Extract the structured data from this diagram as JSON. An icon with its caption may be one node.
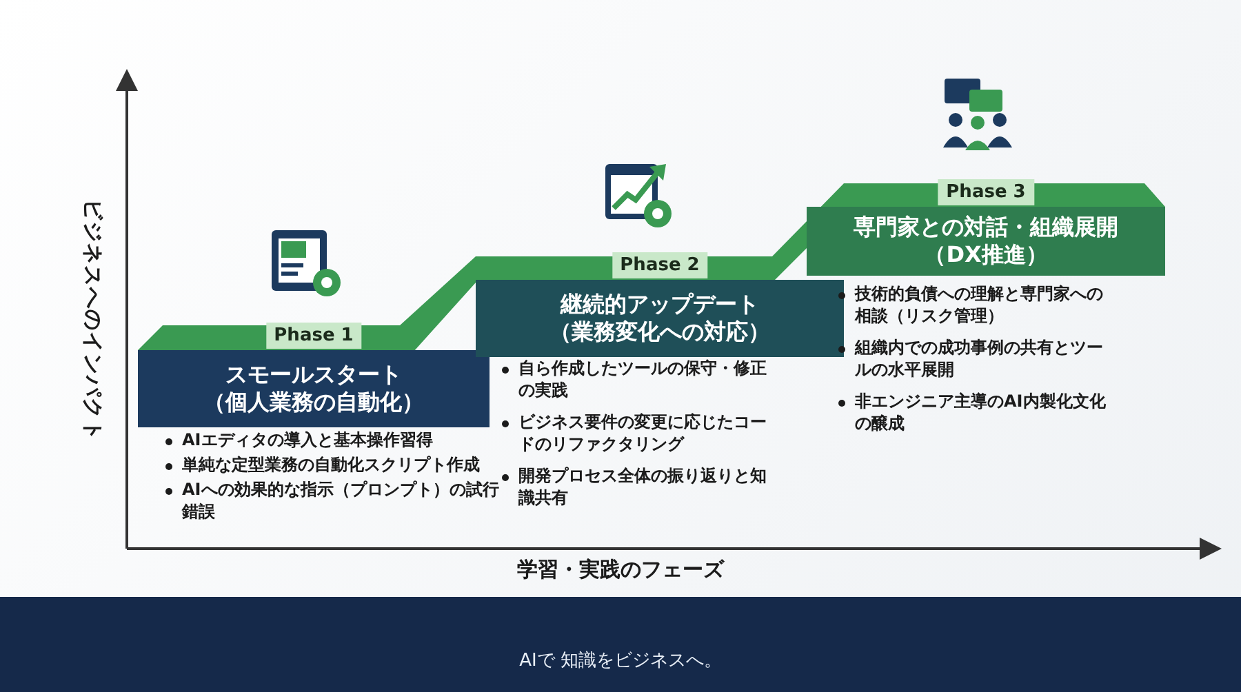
{
  "diagram": {
    "nodes": [
      {
        "text": [
          "Phase 1",
          "スモールスタート（個人業務の自動化）"
        ],
        "beside": [
          "AIエディタの導入と基本操作習得",
          "単純な定型業務の自動化スクリプト作成",
          "AIへの効果的な指示（プロンプト）の試行錯誤"
        ]
      },
      {
        "text": [
          "Phase 2",
          "継続的アップデート（業務変化への対応）"
        ],
        "beside": [
          "自ら作成したツールの保守・修正の実践",
          "ビジネス要件の変更に応じたコードのリファクタリング",
          "開発プロセス全体の振り返りと知識共有"
        ]
      },
      {
        "text": [
          "Phase 3",
          "専門家との対話・組織展開（DX推進）"
        ],
        "beside": [
          "技術的負債への理解と専門家への相談（リスク管理）",
          "組織内での成功事例の共有とツールの水平展開",
          "非エンジニア主導のAI内製化文化の醸成"
        ]
      }
    ],
    "labels": [
      "ビジネスへのインパクト",
      "学習・実践のフェーズ",
      "AIで 知識をビジネスへ。"
    ]
  }
}
